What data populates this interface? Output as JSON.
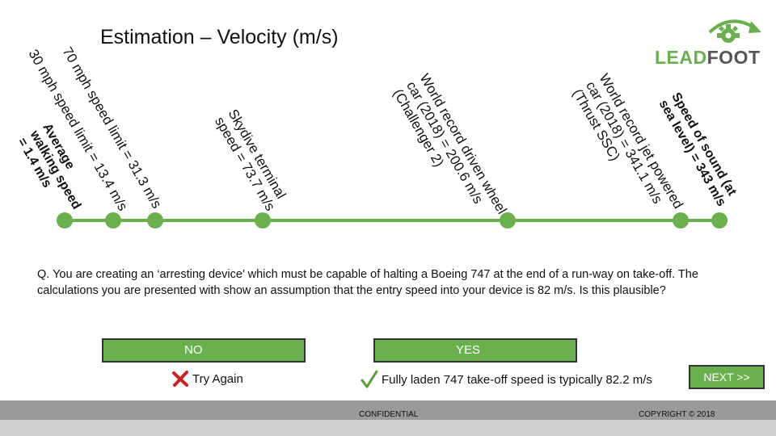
{
  "slide": {
    "title": "Estimation – Velocity (m/s)"
  },
  "logo": {
    "text_lead": "LEAD",
    "text_foot": "FOOT",
    "color_lead": "#6ab04c",
    "color_foot": "#555555"
  },
  "scale_labels": {
    "walking": "Average\nwalking speed\n= 1.4 m/s",
    "mph30": "30 mph speed limit = 13.4 m/s",
    "mph70": "70 mph speed limit = 31.3 m/s",
    "skydive": "Skydive terminal\nspeed = 73.7 m/s",
    "wheel": "World record driven wheel\ncar (2018) = 200.6 m/s\n(Challenger 2)",
    "jet": "World record jet powered\ncar (2018) = 341.1 m/s\n(Thrust SSC)",
    "sound": "Speed of sound (at\nsea level) = 343 m/s"
  },
  "question": {
    "text": "Q. You are creating an ‘arresting device’ which must be capable of halting a Boeing 747 at the end of a run-way on take-off. The calculations you are presented with show an assumption that the entry speed into your device is 82 m/s. Is this plausible?"
  },
  "answers": {
    "no_label": "NO",
    "yes_label": "YES",
    "no_feedback": "Try Again",
    "yes_feedback": "Fully laden 747 take-off speed is typically 82.2 m/s"
  },
  "nav": {
    "next_label": "NEXT >>"
  },
  "footer": {
    "confidential": "CONFIDENTIAL",
    "copyright": "COPYRIGHT © 2018"
  },
  "colors": {
    "accent": "#6ab04c",
    "cross": "#cc2222",
    "check": "#5a9e2f"
  }
}
